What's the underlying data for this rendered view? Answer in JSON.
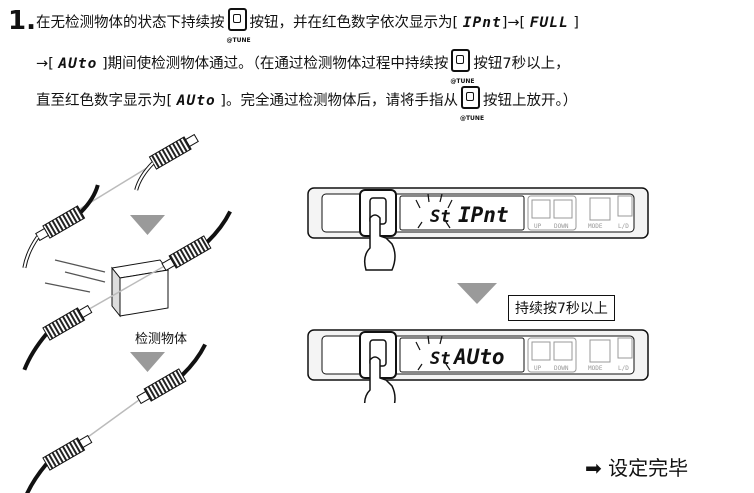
{
  "step": {
    "number": "1.",
    "line1_a": "在无检测物体的状态下持续按",
    "line1_b": "按钮，并在红色数字依次显示为[",
    "disp_ipnt": "IPnt",
    "line1_c": "]→[",
    "disp_full": "FULL",
    "line1_d": "]",
    "line2_a": "→[",
    "disp_auto": "AUto",
    "line2_b": "]期间使检测物体通过。（在通过检测物体过程中持续按",
    "line2_c": "按钮7秒以上，",
    "line3_a": "直至红色数字显示为[",
    "line3_b": "]。完全通过检测物体后，请将手指从",
    "line3_c": "按钮上放开。）",
    "tune_label": "@TUNE"
  },
  "left": {
    "object_label": "检测物体"
  },
  "right": {
    "display_st": "St",
    "display1_value": "IPnt",
    "display2_value": "AUto",
    "hold_label": "持续按7秒以上",
    "up_label": "UP",
    "down_label": "DOWN",
    "mode_label": "MODE",
    "ld_label": "L/D"
  },
  "done": {
    "arrow": "➡",
    "text": "设定完毕"
  }
}
